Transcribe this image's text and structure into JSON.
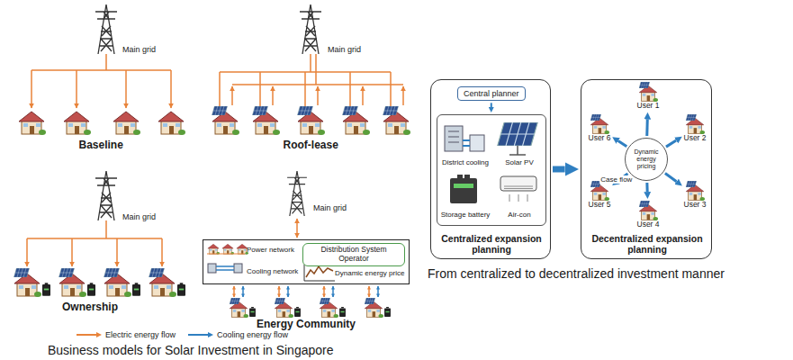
{
  "diagram": {
    "caption": "Business models for Solar Investment in Singapore",
    "nodes": [
      {
        "text": [
          "Power network",
          "Cooling network",
          "Dynamic energy price"
        ]
      },
      {
        "text": [
          "Distribution System Operator"
        ],
        "in": 0
      },
      {
        "text": [
          "Centralized expansion planning"
        ]
      },
      {
        "text": [
          "Central planner"
        ],
        "in": 2
      },
      {
        "text": [
          "District cooling",
          "Solar PV",
          "Storage battery",
          "Air-con"
        ],
        "in": 2
      },
      {
        "text": [
          "Decentralized expansion planning"
        ]
      },
      {
        "text": [
          "Dynamic energy pricing"
        ],
        "in": 5
      },
      {
        "text": [
          "User 1"
        ],
        "in": 5
      },
      {
        "text": [
          "User 2"
        ],
        "in": 5
      },
      {
        "text": [
          "User 3"
        ],
        "in": 5
      },
      {
        "text": [
          "User 4"
        ],
        "in": 5
      },
      {
        "text": [
          "User 5"
        ],
        "in": 5
      },
      {
        "text": [
          "User 6"
        ],
        "in": 5
      }
    ],
    "edges": [
      {
        "from": 3,
        "to": 4,
        "arrow": "to"
      },
      {
        "from": 2,
        "to": 5,
        "arrow": "to"
      },
      {
        "from": 6,
        "to": 7,
        "arrow": "to"
      },
      {
        "from": 6,
        "to": 8,
        "arrow": "to"
      },
      {
        "from": 6,
        "to": 9,
        "arrow": "to"
      },
      {
        "from": 6,
        "to": 10,
        "arrow": "to"
      },
      {
        "from": 6,
        "to": 11,
        "arrow": "to",
        "label": "Case flow"
      },
      {
        "from": 6,
        "to": 12,
        "arrow": "to"
      }
    ],
    "labels": [
      "Main grid",
      "Main grid",
      "Main grid",
      "Main grid",
      "Baseline",
      "Roof-lease",
      "Ownership",
      "Energy Community",
      "From centralized to decentralized investment manner"
    ],
    "legend": [
      {
        "text": "Electric energy flow",
        "color": "#e8833a"
      },
      {
        "text": "Cooling energy flow",
        "color": "#2f7fc1"
      }
    ]
  }
}
